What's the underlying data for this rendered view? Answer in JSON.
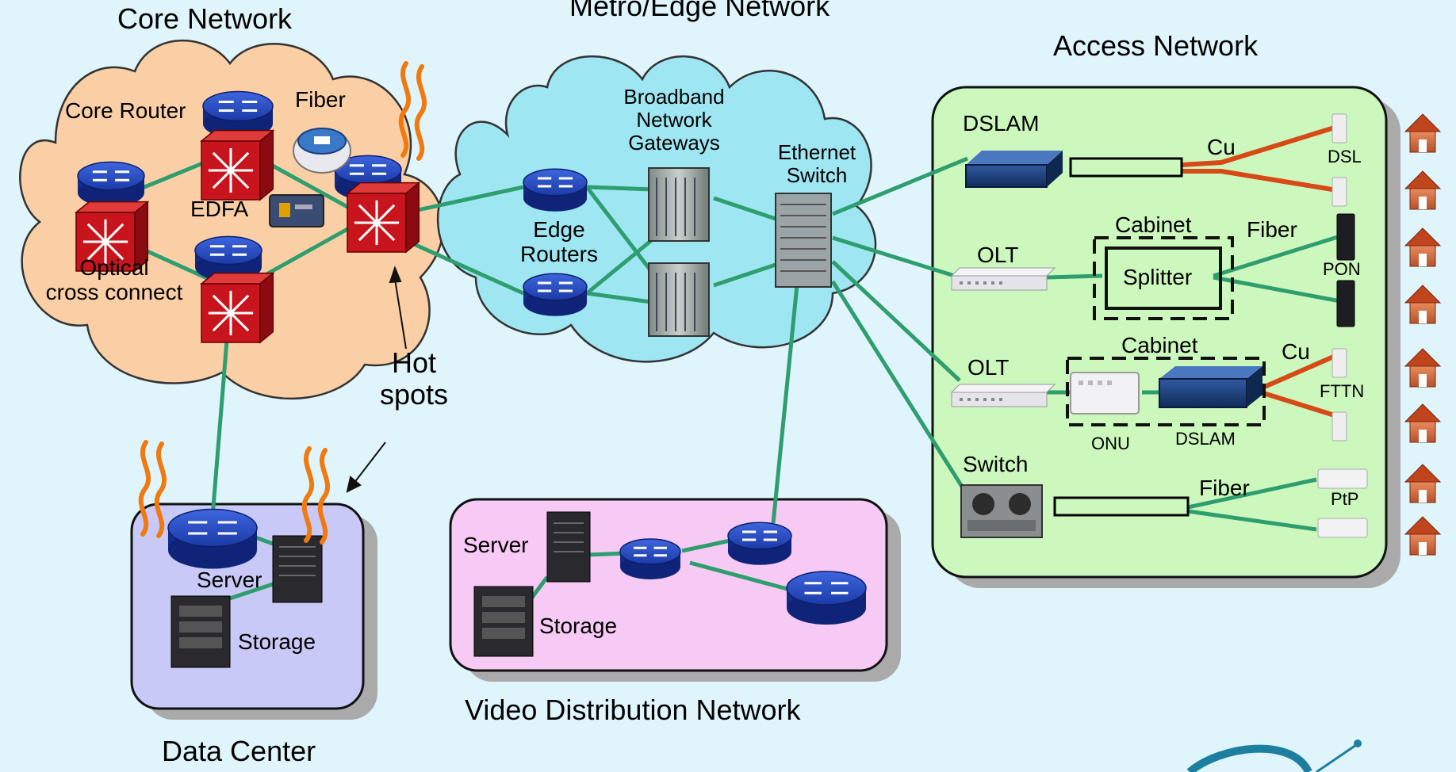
{
  "sections": {
    "core": "Core Network",
    "metro": "Metro/Edge Network",
    "access": "Access Network",
    "datacenter": "Data Center",
    "video": "Video Distribution Network"
  },
  "core_labels": {
    "core_router": "Core Router",
    "fiber": "Fiber",
    "edfa": "EDFA",
    "oxc": "Optical\ncross connect",
    "hot_spots": "Hot\nspots"
  },
  "metro_labels": {
    "bng": "Broadband\nNetwork\nGateways",
    "ethernet_switch": "Ethernet\nSwitch",
    "edge_routers": "Edge\nRouters"
  },
  "access_labels": {
    "dslam1": "DSLAM",
    "cu1": "Cu",
    "dsl": "DSL",
    "olt1": "OLT",
    "cabinet1": "Cabinet",
    "splitter": "Splitter",
    "fiber1": "Fiber",
    "pon": "PON",
    "olt2": "OLT",
    "cabinet2": "Cabinet",
    "cu2": "Cu",
    "fttn": "FTTN",
    "onu": "ONU",
    "dslam2": "DSLAM",
    "switch": "Switch",
    "fiber2": "Fiber",
    "ptp": "PtP"
  },
  "datacenter_labels": {
    "server": "Server",
    "storage": "Storage"
  },
  "video_labels": {
    "server": "Server",
    "storage": "Storage"
  },
  "colors": {
    "background": "#dff5fb",
    "core_cloud": "#fbcfa6",
    "metro_cloud": "#9ee6f2",
    "access_box": "#ccf7bd",
    "datacenter_box": "#c9c9f7",
    "video_box": "#f7c9f5",
    "link": "#2e9e6e",
    "copper": "#d64a16",
    "router_blue": "#1c3fb0",
    "oxc_red": "#c8141c",
    "flame": "#f07a10"
  }
}
